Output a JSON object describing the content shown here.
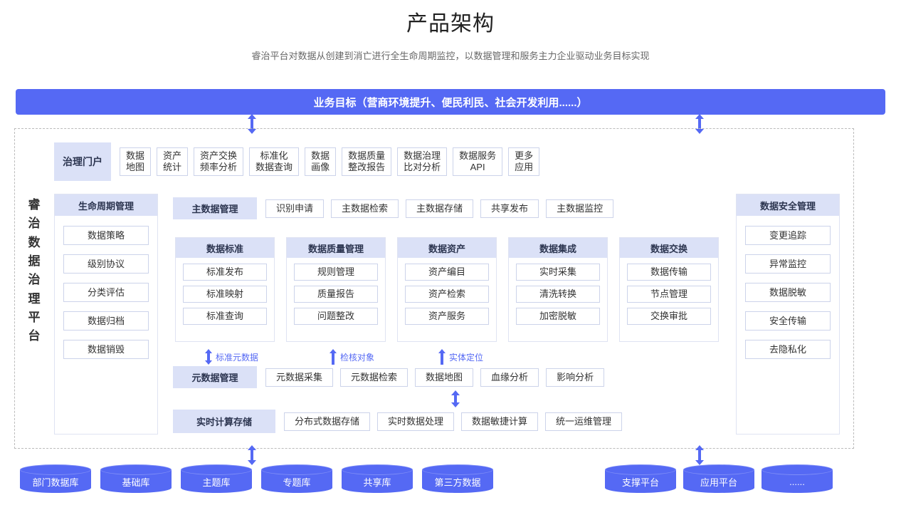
{
  "header": {
    "title": "产品架构",
    "subtitle": "睿治平台对数据从创建到消亡进行全生命周期监控，以数据管理和服务主力企业驱动业务目标实现"
  },
  "goal_banner": {
    "label": "业务目标（营商环境提升、便民利民、社会开发利用......）",
    "color": "#5569f4"
  },
  "platform_label": "睿治数据治理平台",
  "portal": {
    "head": "治理门户",
    "items": [
      "数据\n地图",
      "资产\n统计",
      "资产交换\n频率分析",
      "标准化\n数据查询",
      "数据\n画像",
      "数据质量\n整改报告",
      "数据治理\n比对分析",
      "数据服务\nAPI",
      "更多\n应用"
    ]
  },
  "lifecycle": {
    "head": "生命周期管理",
    "items": [
      "数据策略",
      "级别协议",
      "分类评估",
      "数据归档",
      "数据销毁"
    ]
  },
  "security": {
    "head": "数据安全管理",
    "items": [
      "变更追踪",
      "异常监控",
      "数据脱敏",
      "安全传输",
      "去隐私化"
    ]
  },
  "master_data": {
    "head": "主数据管理",
    "items": [
      "识别申请",
      "主数据检索",
      "主数据存储",
      "共享发布",
      "主数据监控"
    ]
  },
  "groups": [
    {
      "head": "数据标准",
      "items": [
        "标准发布",
        "标准映射",
        "标准查询"
      ]
    },
    {
      "head": "数据质量管理",
      "items": [
        "规则管理",
        "质量报告",
        "问题整改"
      ]
    },
    {
      "head": "数据资产",
      "items": [
        "资产编目",
        "资产检索",
        "资产服务"
      ]
    },
    {
      "head": "数据集成",
      "items": [
        "实时采集",
        "清洗转换",
        "加密脱敏"
      ]
    },
    {
      "head": "数据交换",
      "items": [
        "数据传输",
        "节点管理",
        "交换审批"
      ]
    }
  ],
  "flow_labels": [
    {
      "label": "标准元数据",
      "arrow": "double"
    },
    {
      "label": "检核对象",
      "arrow": "up"
    },
    {
      "label": "实体定位",
      "arrow": "up"
    }
  ],
  "metadata": {
    "head": "元数据管理",
    "items": [
      "元数据采集",
      "元数据检索",
      "数据地图",
      "血缘分析",
      "影响分析"
    ]
  },
  "compute": {
    "head": "实时计算存储",
    "items": [
      "分布式数据存储",
      "实时数据处理",
      "数据敏捷计算",
      "统一运维管理"
    ]
  },
  "databases_left": [
    "部门数据库",
    "基础库",
    "主题库",
    "专题库",
    "共享库",
    "第三方数据"
  ],
  "databases_right": [
    "支撑平台",
    "应用平台",
    "......"
  ]
}
